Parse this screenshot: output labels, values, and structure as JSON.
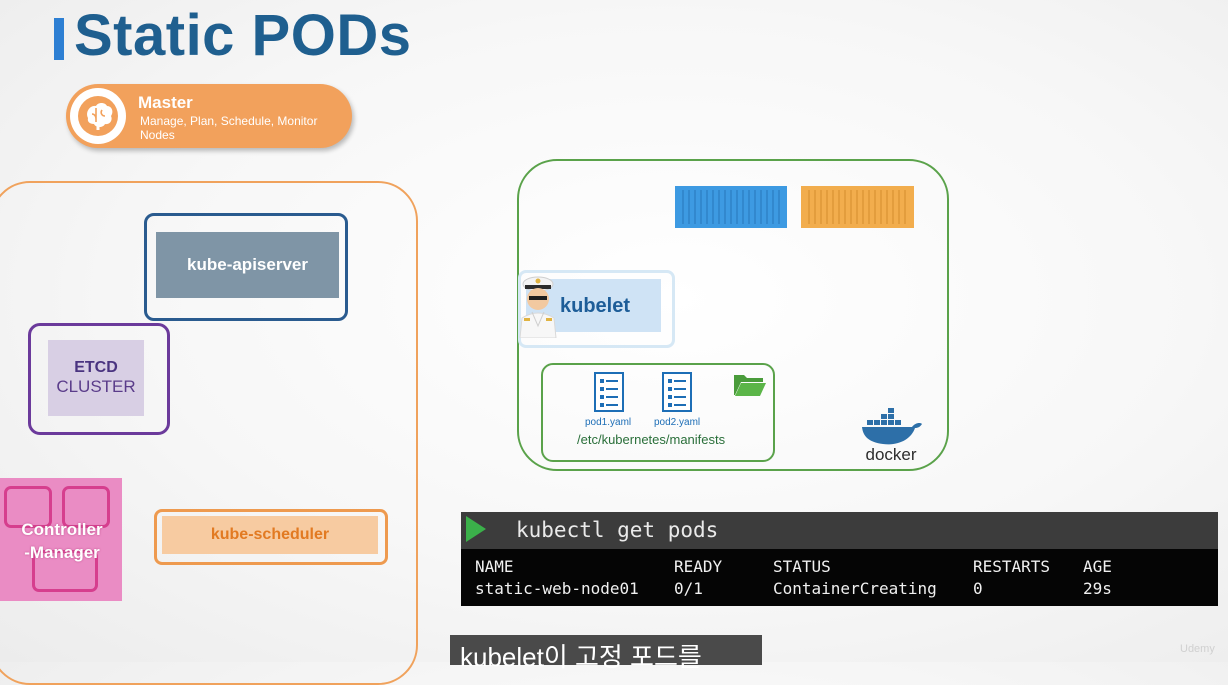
{
  "title": "Static PODs",
  "master": {
    "title": "Master",
    "subtitle": "Manage, Plan, Schedule, Monitor Nodes"
  },
  "components": {
    "apiserver": "kube-apiserver",
    "etcd_line1": "ETCD",
    "etcd_line2": "CLUSTER",
    "controller_line1": "Controller",
    "controller_line2": "-Manager",
    "scheduler": "kube-scheduler"
  },
  "node": {
    "kubelet": "kubelet",
    "files": [
      "pod1.yaml",
      "pod2.yaml"
    ],
    "manifest_path": "/etc/kubernetes/manifests",
    "docker": "docker"
  },
  "terminal": {
    "command": "kubectl get pods",
    "headers": [
      "NAME",
      "READY",
      "STATUS",
      "RESTARTS",
      "AGE"
    ],
    "row": [
      "static-web-node01",
      "0/1",
      "ContainerCreating",
      "0",
      "29s"
    ]
  },
  "subtitle": "kubelet이 고정 포드를",
  "watermark": "Udemy",
  "colors": {
    "title": "#1f5f8f",
    "master": "#f2a15c",
    "apiserver": "#7f95a6",
    "node_border": "#5aa24a",
    "container_blue": "#3d9ae2",
    "container_orange": "#f2ad4d"
  }
}
